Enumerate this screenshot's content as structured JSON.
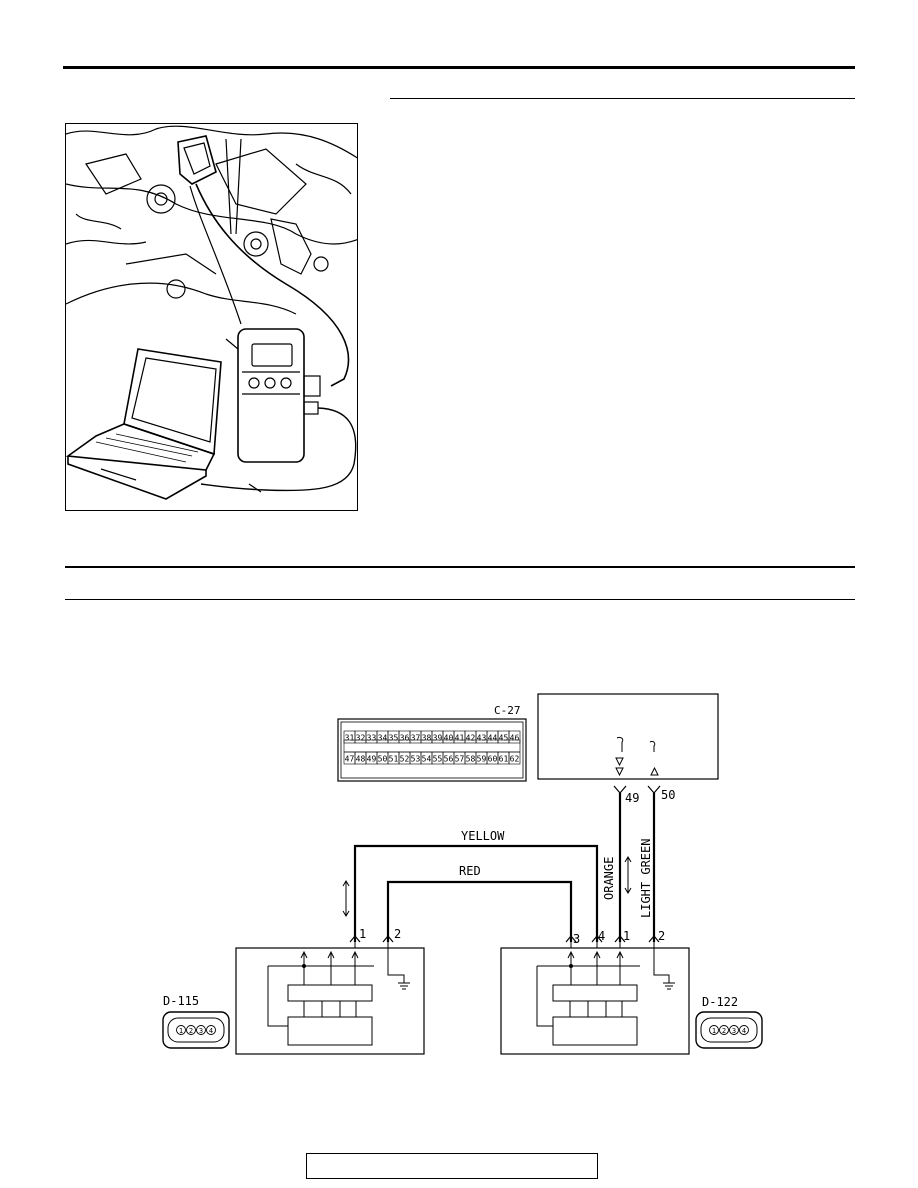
{
  "connector_c27": {
    "label": "C-27",
    "top_row": [
      "31",
      "32",
      "33",
      "34",
      "35",
      "36",
      "37",
      "38",
      "39",
      "40",
      "41",
      "42",
      "43",
      "44",
      "45",
      "46"
    ],
    "bottom_row": [
      "47",
      "48",
      "49",
      "50",
      "51",
      "52",
      "53",
      "54",
      "55",
      "56",
      "57",
      "58",
      "59",
      "60",
      "61",
      "62"
    ]
  },
  "ecu": {
    "pins": [
      "49",
      "50"
    ]
  },
  "wires": {
    "yellow": "YELLOW",
    "red": "RED",
    "orange": "ORANGE",
    "light_green": "LIGHT GREEN"
  },
  "sensor_left": {
    "connector_label": "D-115",
    "pins": [
      "1",
      "2"
    ],
    "connector_pins": [
      "1",
      "2",
      "3",
      "4"
    ]
  },
  "sensor_right": {
    "connector_label": "D-122",
    "pins": [
      "3",
      "4",
      "1",
      "2"
    ],
    "connector_pins": [
      "1",
      "2",
      "3",
      "4"
    ]
  }
}
